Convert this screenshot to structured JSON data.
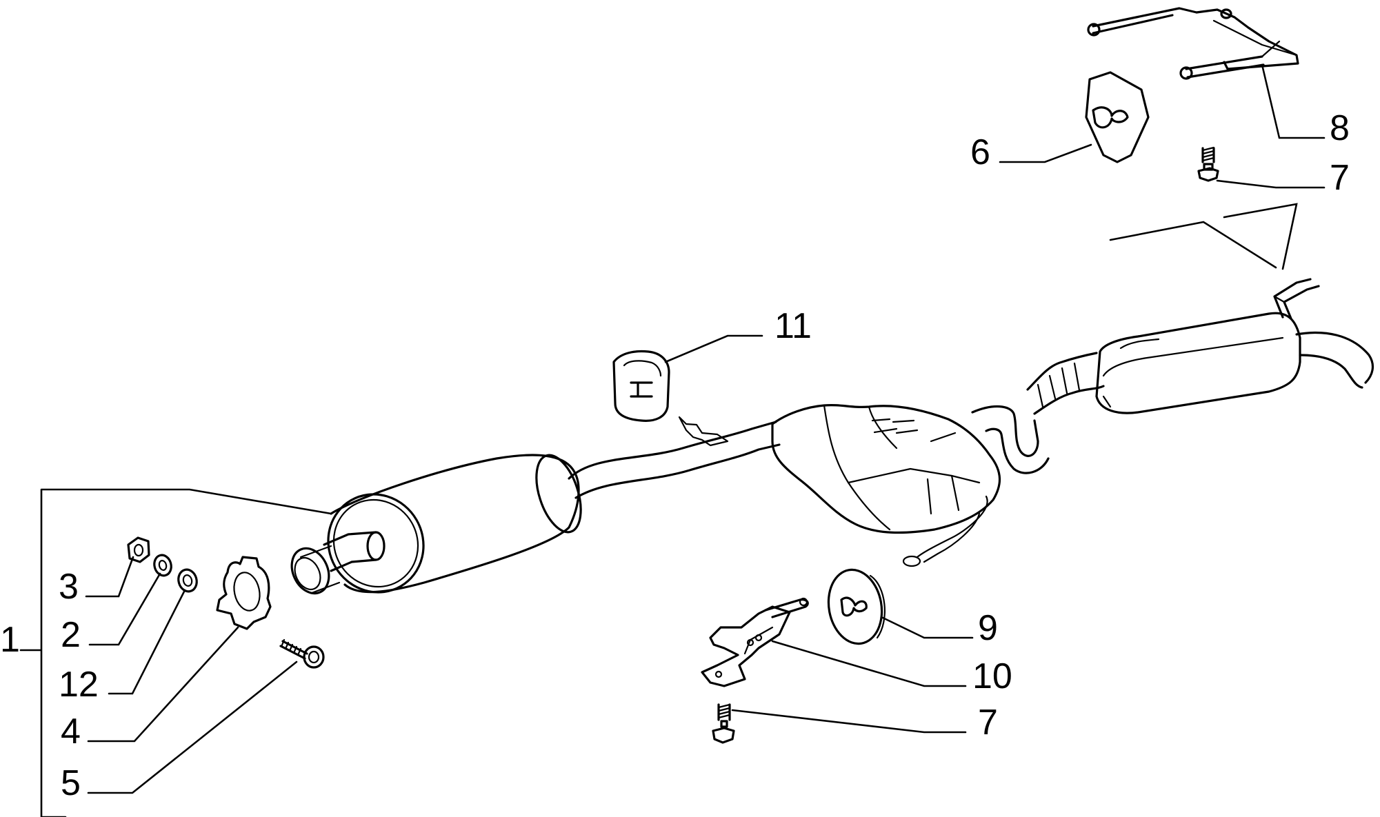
{
  "callouts": {
    "n1": "1",
    "n2": "2",
    "n3": "3",
    "n4": "4",
    "n5": "5",
    "n6": "6",
    "n7_top": "7",
    "n7_bottom": "7",
    "n8": "8",
    "n9": "9",
    "n10": "10",
    "n11": "11",
    "n12": "12"
  },
  "colors": {
    "ink": "#000000",
    "paper": "#ffffff"
  }
}
